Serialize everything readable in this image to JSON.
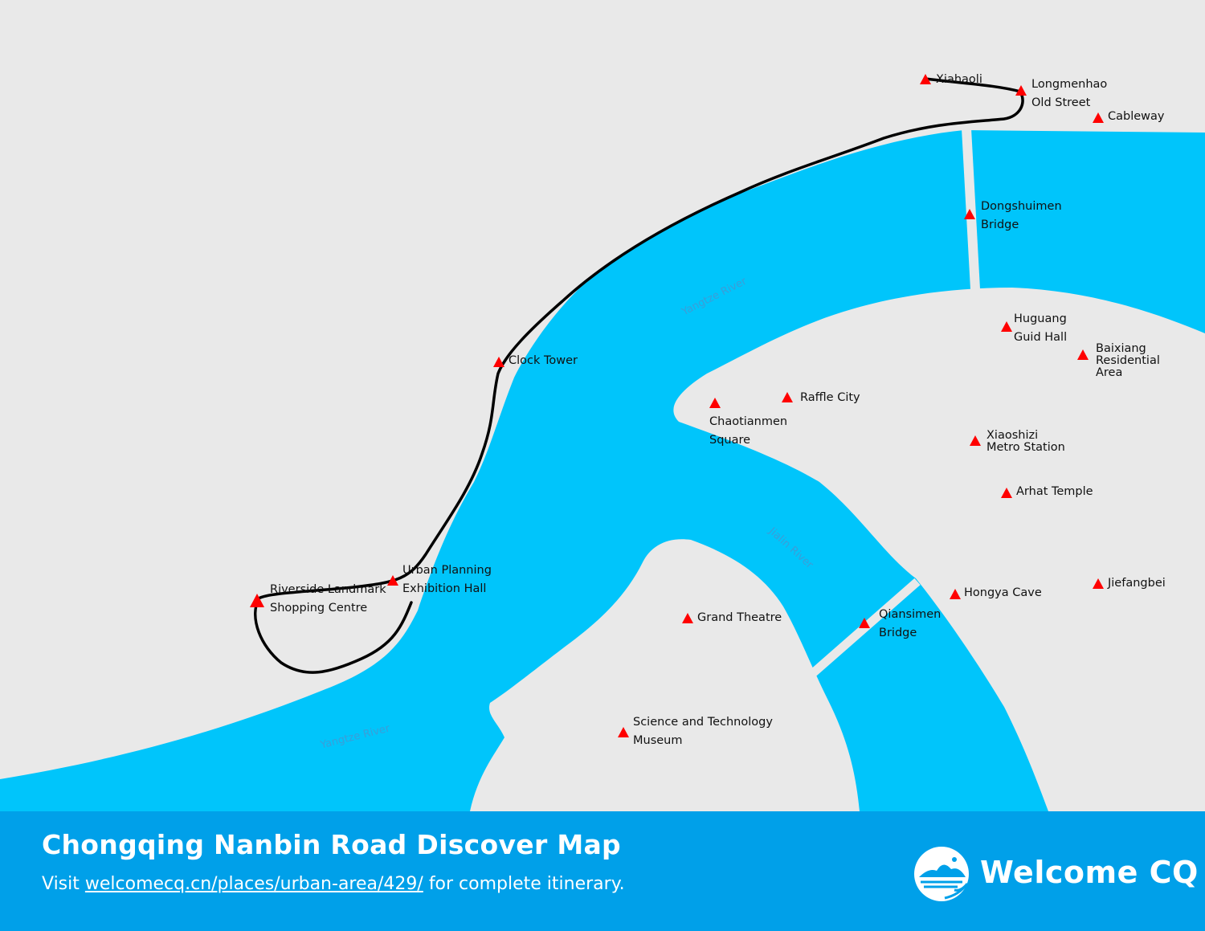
{
  "colors": {
    "land": "#e9e9e9",
    "water": "#00c5fb",
    "route": "#000000",
    "marker": "#ff0000",
    "footer": "#00a0e9"
  },
  "rivers": {
    "yangtze_upper": "Yangtze River",
    "yangtze_lower": "Yangtze River",
    "jialin": "Jialin River"
  },
  "places": {
    "xiahaoli": "Xiahaoli",
    "longmenhao": [
      "Longmenhao",
      "Old Street"
    ],
    "cableway": "Cableway",
    "dongshuimen": [
      "Dongshuimen",
      "Bridge"
    ],
    "huguang": [
      "Huguang",
      "Guid Hall"
    ],
    "baixiang": [
      "Baixiang",
      "Residential",
      "Area"
    ],
    "clock_tower": "Clock Tower",
    "raffle_city": "Raffle City",
    "chaotianmen": [
      "Chaotianmen",
      "Square"
    ],
    "xiaoshizi": [
      "Xiaoshizi",
      "Metro Station"
    ],
    "arhat": "Arhat Temple",
    "urban_planning": [
      "Urban Planning",
      "Exhibition Hall"
    ],
    "riverside": [
      "Riverside Landmark",
      "Shopping Centre"
    ],
    "grand_theatre": "Grand Theatre",
    "qiansimen": [
      "Qiansimen",
      "Bridge"
    ],
    "hongya": "Hongya Cave",
    "jiefangbei": "Jiefangbei",
    "science_museum": [
      "Science and Technology",
      "Museum"
    ]
  },
  "footer": {
    "title": "Chongqing Nanbin Road Discover Map",
    "visit": "Visit",
    "link": "welcomecq.cn/places/urban-area/429/",
    "suffix": "for complete itinerary.",
    "logo_text": "Welcome CQ"
  }
}
